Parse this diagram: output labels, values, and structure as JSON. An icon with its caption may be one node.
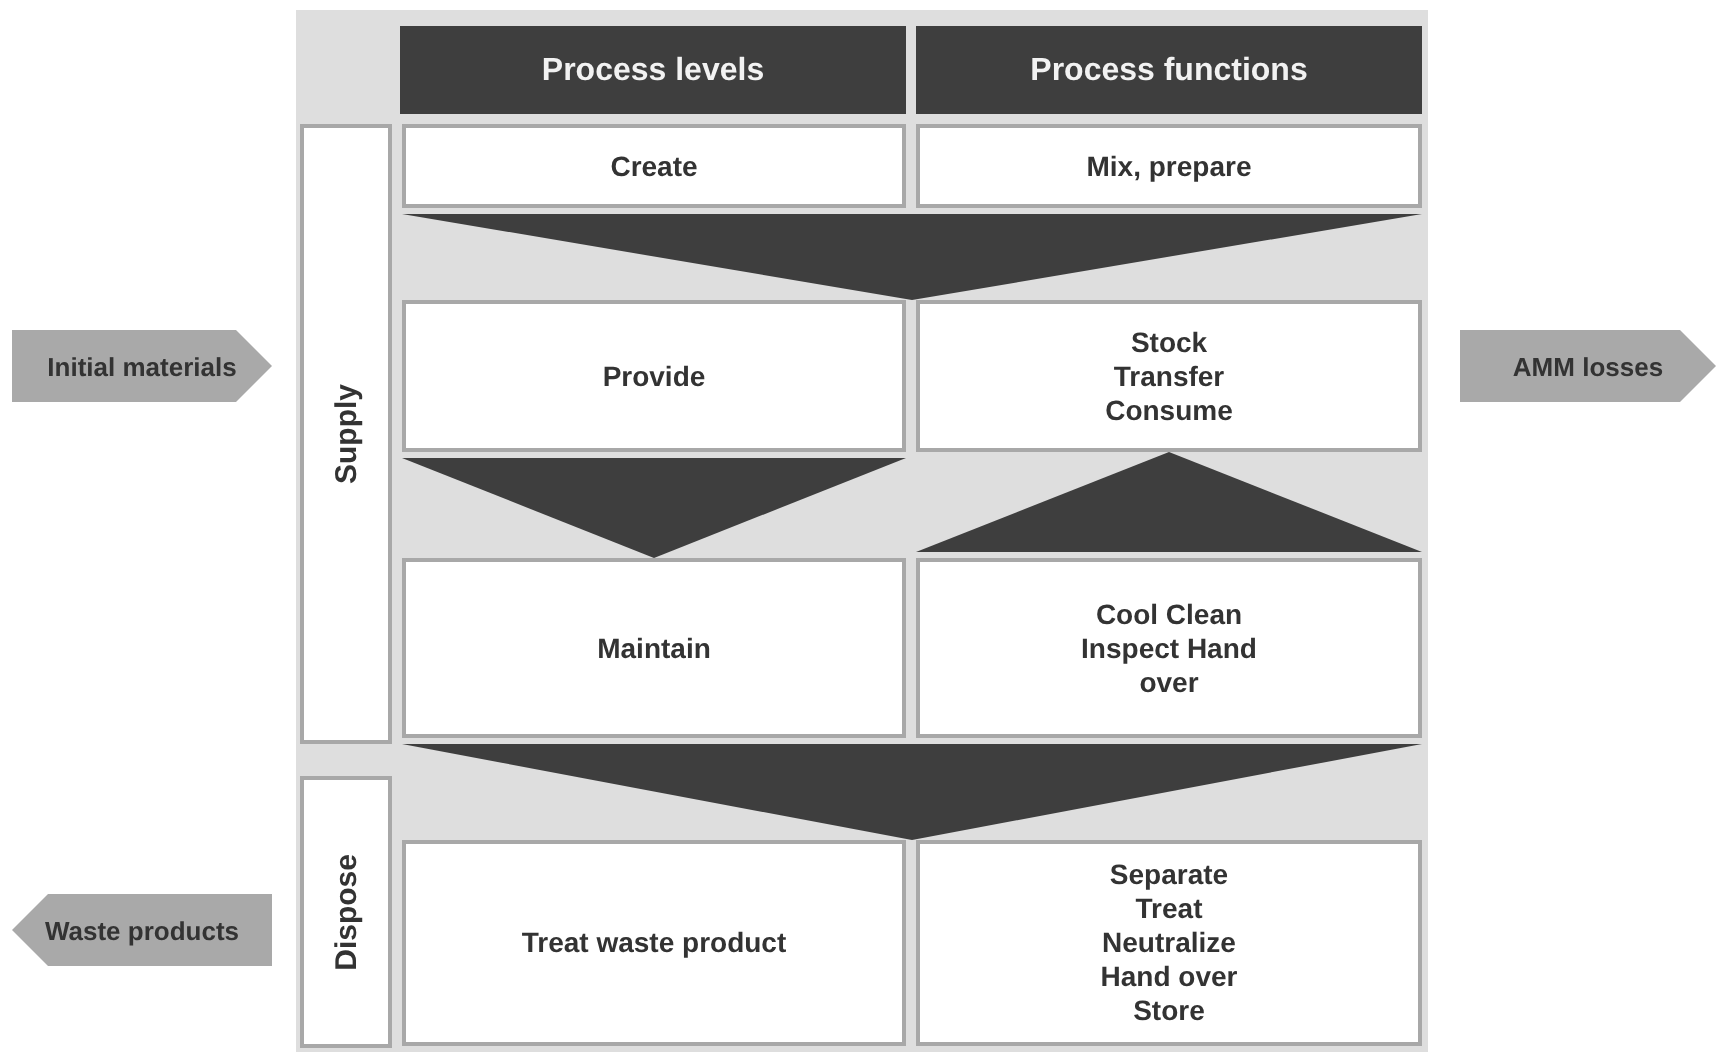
{
  "diagram": {
    "nodes": [
      {
        "text": [
          "Process levels"
        ]
      },
      {
        "text": [
          "Process functions"
        ]
      },
      {
        "text": [
          "Create"
        ]
      },
      {
        "text": [
          "Mix, prepare"
        ]
      },
      {
        "text": [
          "Initial materials"
        ]
      },
      {
        "text": [
          "Supply"
        ]
      },
      {
        "text": [
          "Provide"
        ]
      },
      {
        "text": [
          "Stock Transfer Consume"
        ]
      },
      {
        "text": [
          "AMM losses"
        ]
      },
      {
        "text": [
          "Maintain"
        ]
      },
      {
        "text": [
          "Cool Clean Inspect Hand over"
        ]
      },
      {
        "text": [
          "Waste products"
        ]
      },
      {
        "text": [
          "Dispose"
        ]
      },
      {
        "text": [
          "Treat  waste product"
        ]
      },
      {
        "text": [
          "Separate Treat Neutralize Hand over Store"
        ]
      }
    ],
    "edges": [
      {
        "from": 2,
        "to": 6,
        "arrow": "to"
      },
      {
        "from": 3,
        "to": 7,
        "arrow": "to"
      },
      {
        "from": 6,
        "to": 9,
        "arrow": "to"
      },
      {
        "from": 10,
        "to": 7,
        "arrow": "to"
      },
      {
        "from": 9,
        "to": 13,
        "arrow": "to"
      },
      {
        "from": 10,
        "to": 14,
        "arrow": "to"
      }
    ]
  }
}
